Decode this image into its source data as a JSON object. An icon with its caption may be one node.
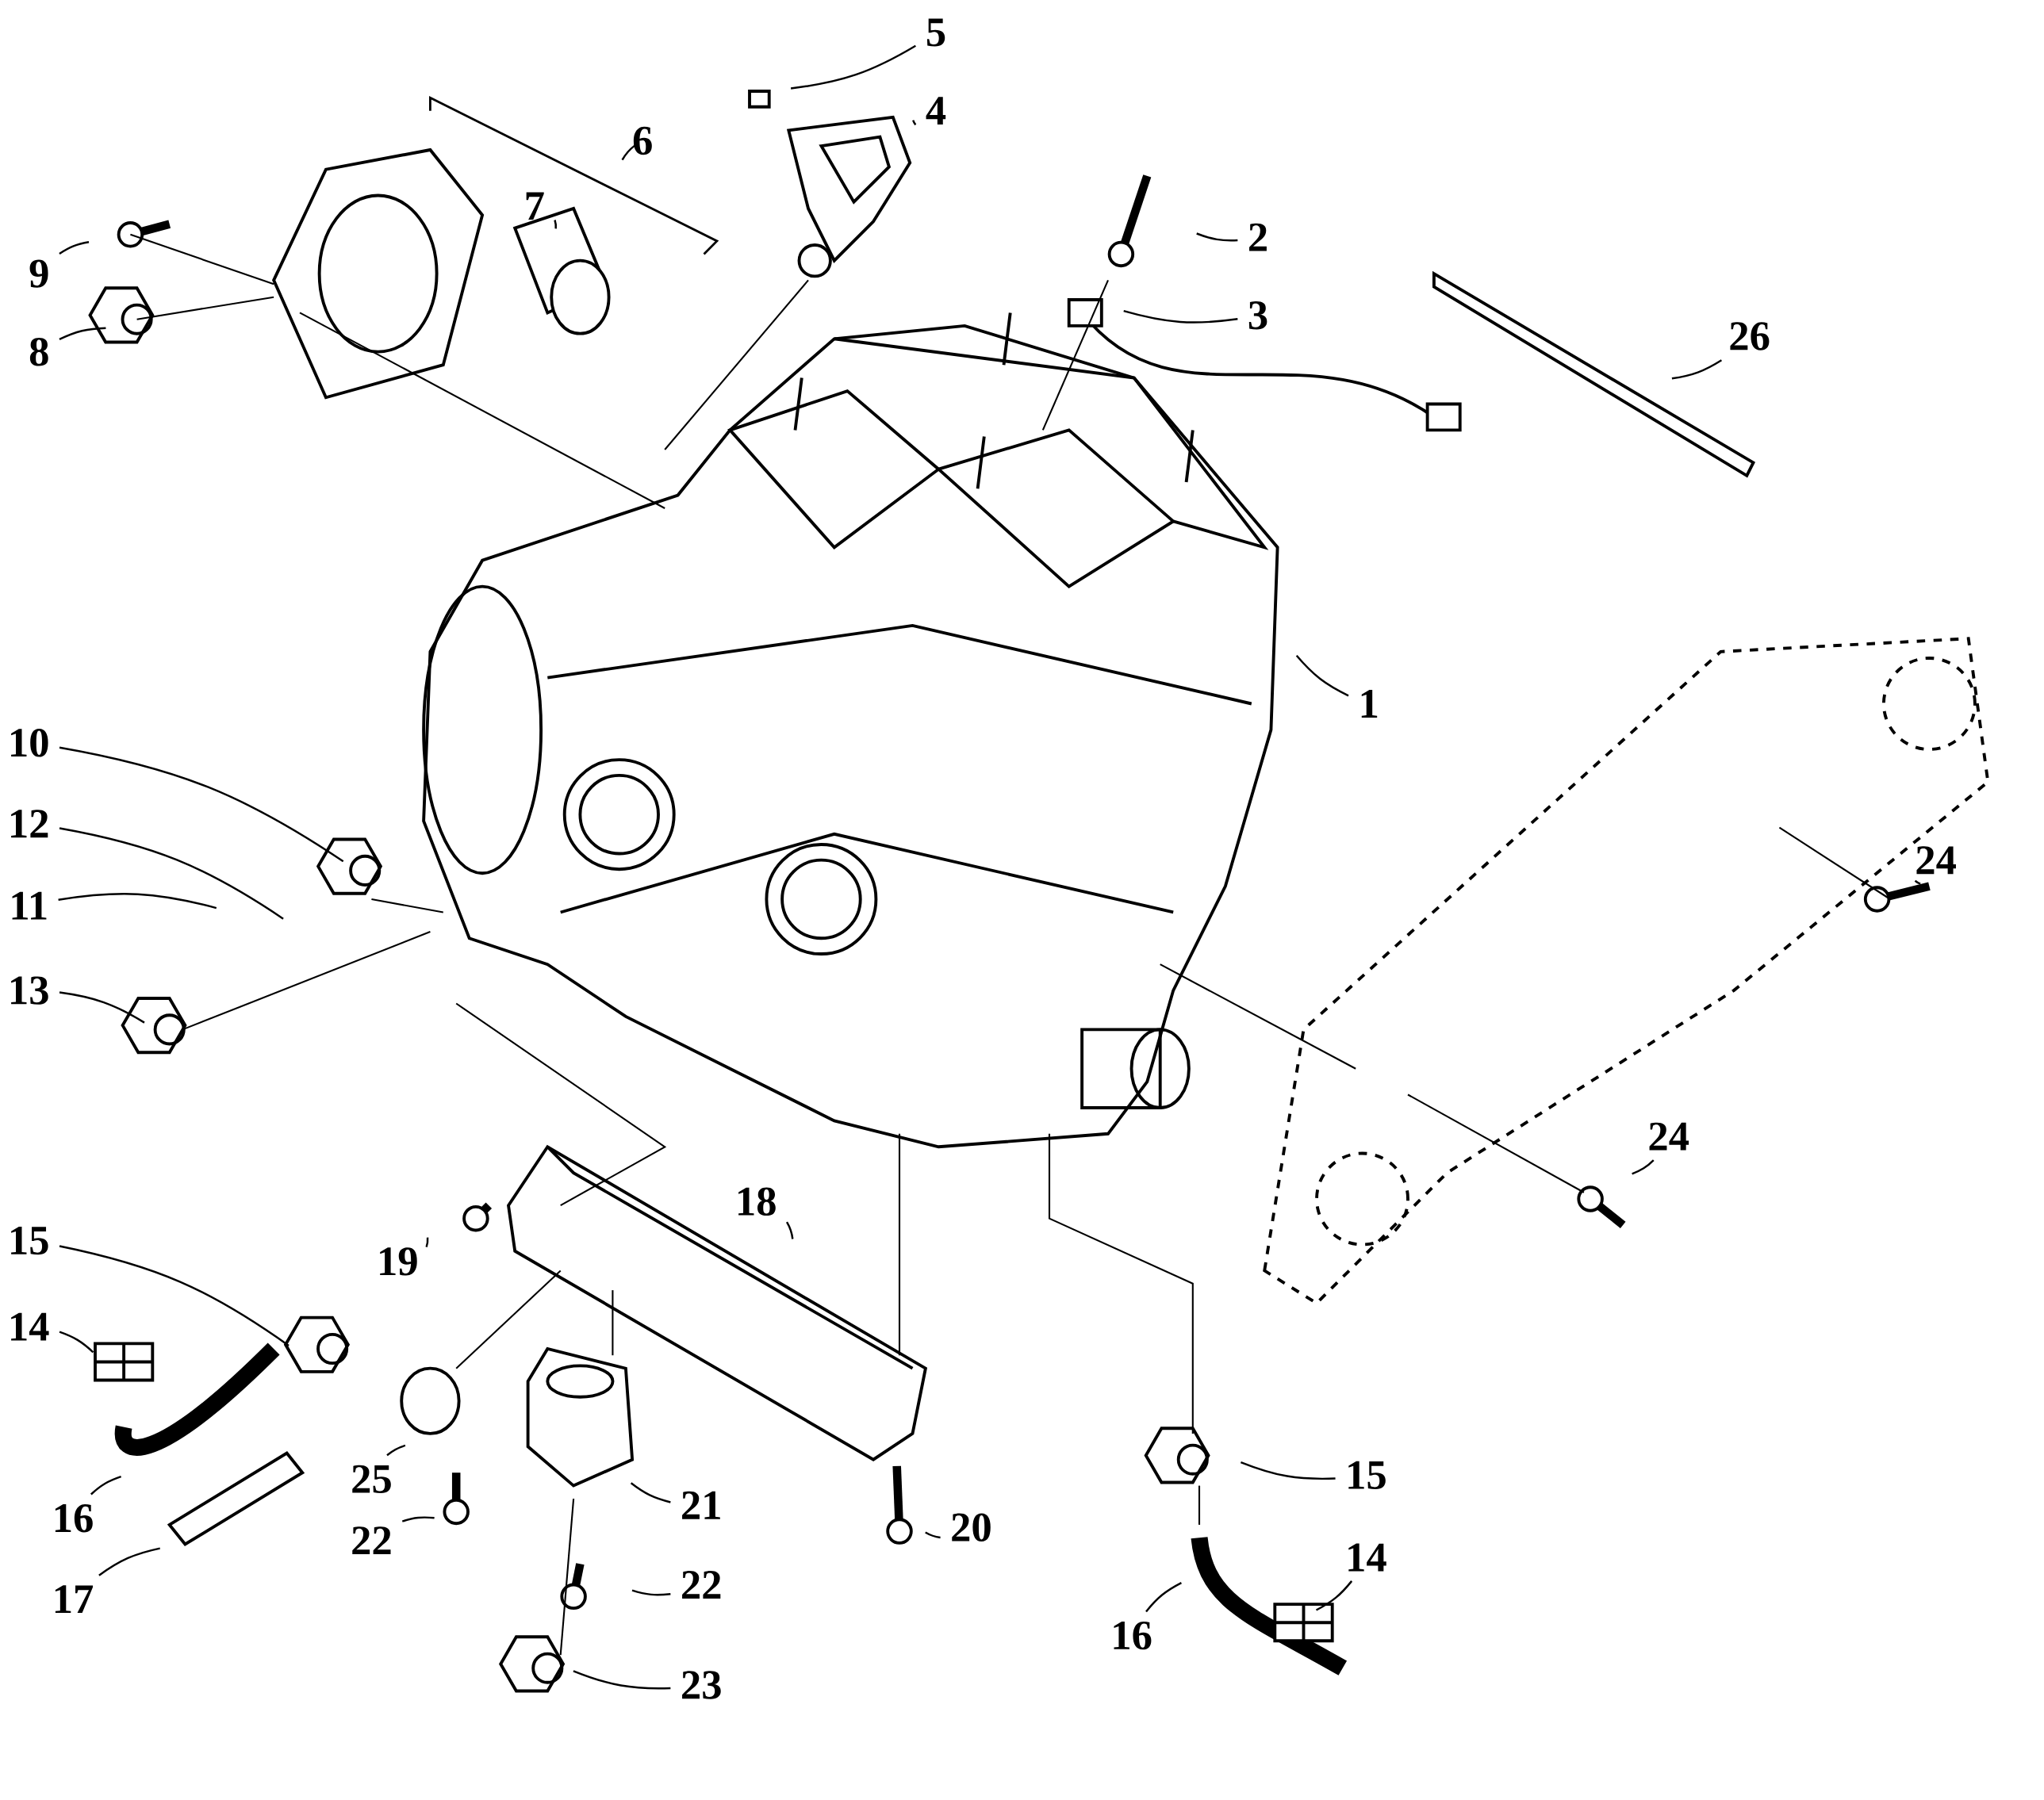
{
  "diagram": {
    "nodes": [
      {
        "text": [
          "5"
        ]
      },
      {
        "text": [
          "4"
        ]
      },
      {
        "text": [
          "6"
        ]
      },
      {
        "text": [
          "2"
        ]
      },
      {
        "text": [
          "9"
        ]
      },
      {
        "text": [
          "7"
        ]
      },
      {
        "text": [
          "3"
        ]
      },
      {
        "text": [
          "8"
        ]
      },
      {
        "text": [
          "26"
        ]
      },
      {
        "text": [
          "1"
        ]
      },
      {
        "text": [
          "10"
        ]
      },
      {
        "text": [
          "12"
        ]
      },
      {
        "text": [
          "24"
        ]
      },
      {
        "text": [
          "11"
        ]
      },
      {
        "text": [
          "13"
        ]
      },
      {
        "text": [
          "24"
        ]
      },
      {
        "text": [
          "18"
        ]
      },
      {
        "text": [
          "15"
        ]
      },
      {
        "text": [
          "19"
        ]
      },
      {
        "text": [
          "14"
        ]
      },
      {
        "text": [
          "15"
        ]
      },
      {
        "text": [
          "14"
        ]
      },
      {
        "text": [
          "16"
        ]
      },
      {
        "text": [
          "25"
        ]
      },
      {
        "text": [
          "21"
        ]
      },
      {
        "text": [
          "22"
        ]
      },
      {
        "text": [
          "20"
        ]
      },
      {
        "text": [
          "17"
        ]
      },
      {
        "text": [
          "22"
        ]
      },
      {
        "text": [
          "16"
        ]
      },
      {
        "text": [
          "23"
        ]
      }
    ],
    "edges": [
      {
        "from": 0,
        "to": null,
        "arrow": "none"
      },
      {
        "from": 1,
        "to": null,
        "arrow": "none"
      },
      {
        "from": 2,
        "to": null,
        "arrow": "none"
      },
      {
        "from": 3,
        "to": null,
        "arrow": "none"
      },
      {
        "from": 4,
        "to": null,
        "arrow": "none"
      },
      {
        "from": 5,
        "to": null,
        "arrow": "none"
      },
      {
        "from": 6,
        "to": null,
        "arrow": "none"
      },
      {
        "from": 7,
        "to": null,
        "arrow": "none"
      },
      {
        "from": 8,
        "to": null,
        "arrow": "none"
      },
      {
        "from": 9,
        "to": null,
        "arrow": "none"
      },
      {
        "from": 10,
        "to": null,
        "arrow": "none"
      },
      {
        "from": 11,
        "to": null,
        "arrow": "none"
      },
      {
        "from": 12,
        "to": null,
        "arrow": "none"
      },
      {
        "from": 13,
        "to": null,
        "arrow": "none"
      },
      {
        "from": 14,
        "to": null,
        "arrow": "none"
      },
      {
        "from": 15,
        "to": null,
        "arrow": "none"
      },
      {
        "from": 16,
        "to": null,
        "arrow": "none"
      },
      {
        "from": 17,
        "to": null,
        "arrow": "none"
      },
      {
        "from": 18,
        "to": null,
        "arrow": "none"
      },
      {
        "from": 19,
        "to": null,
        "arrow": "none"
      },
      {
        "from": 20,
        "to": null,
        "arrow": "none"
      },
      {
        "from": 21,
        "to": null,
        "arrow": "none"
      },
      {
        "from": 22,
        "to": null,
        "arrow": "none"
      },
      {
        "from": 23,
        "to": null,
        "arrow": "none"
      },
      {
        "from": 24,
        "to": null,
        "arrow": "none"
      },
      {
        "from": 25,
        "to": null,
        "arrow": "none"
      },
      {
        "from": 26,
        "to": null,
        "arrow": "none"
      },
      {
        "from": 27,
        "to": null,
        "arrow": "none"
      },
      {
        "from": 28,
        "to": null,
        "arrow": "none"
      },
      {
        "from": 29,
        "to": null,
        "arrow": "none"
      },
      {
        "from": 30,
        "to": null,
        "arrow": "none"
      }
    ]
  }
}
